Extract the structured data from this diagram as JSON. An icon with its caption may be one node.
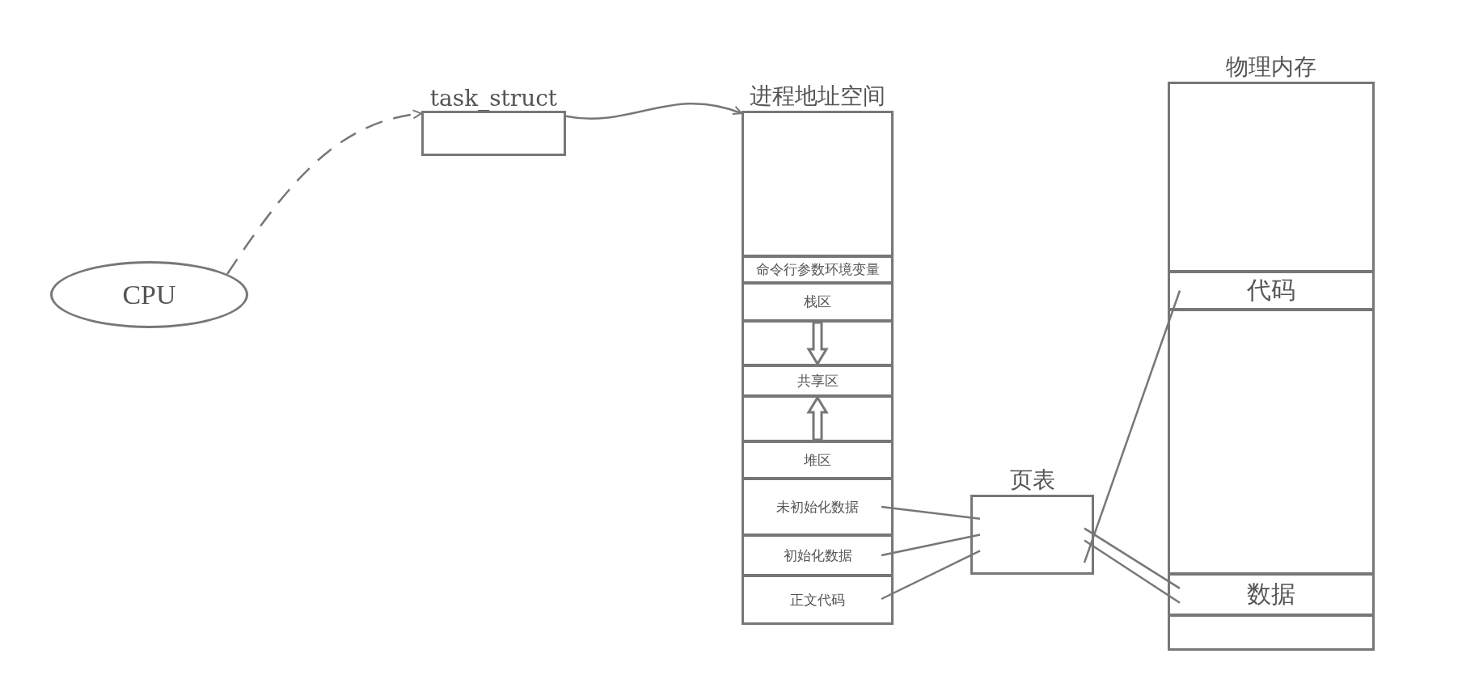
{
  "diagram": {
    "nodes": [
      {
        "text": [
          "CPU"
        ]
      },
      {
        "text": [
          "task_struct"
        ]
      },
      {
        "text": [
          "进程地址空间"
        ]
      },
      {
        "text": [],
        "shape": "box",
        "in": 2
      },
      {
        "text": [
          "命令行参数环境变量"
        ],
        "in": 2
      },
      {
        "text": [
          "栈区"
        ],
        "in": 2
      },
      {
        "text": [],
        "shape": "box",
        "in": 2
      },
      {
        "text": [
          "共享区"
        ],
        "in": 2
      },
      {
        "text": [],
        "shape": "box",
        "in": 2
      },
      {
        "text": [
          "堆区"
        ],
        "in": 2
      },
      {
        "text": [
          "未初始化数据"
        ],
        "in": 2
      },
      {
        "text": [
          "初始化数据"
        ],
        "in": 2
      },
      {
        "text": [
          "正文代码"
        ],
        "in": 2
      },
      {
        "text": [
          "页表"
        ]
      },
      {
        "text": [
          "物理内存"
        ]
      },
      {
        "text": [],
        "shape": "box",
        "in": 14
      },
      {
        "text": [
          "代码"
        ],
        "in": 14
      },
      {
        "text": [],
        "shape": "box",
        "in": 14
      },
      {
        "text": [
          "数据"
        ],
        "in": 14
      },
      {
        "text": [],
        "shape": "box",
        "in": 14
      }
    ],
    "edges": [
      {
        "from": 0,
        "to": 1,
        "arrow": "to",
        "style": "dashed"
      },
      {
        "from": 1,
        "to": 2,
        "arrow": "to"
      },
      {
        "from": 5,
        "to": 7,
        "arrow": "to"
      },
      {
        "from": 9,
        "to": 7,
        "arrow": "to"
      },
      {
        "from": 10,
        "to": 13,
        "arrow": "none"
      },
      {
        "from": 11,
        "to": 13,
        "arrow": "none"
      },
      {
        "from": 12,
        "to": 13,
        "arrow": "none"
      },
      {
        "from": 13,
        "to": 16,
        "arrow": "none"
      },
      {
        "from": 13,
        "to": 18,
        "arrow": "none"
      },
      {
        "from": 13,
        "to": 18,
        "arrow": "none"
      }
    ]
  }
}
